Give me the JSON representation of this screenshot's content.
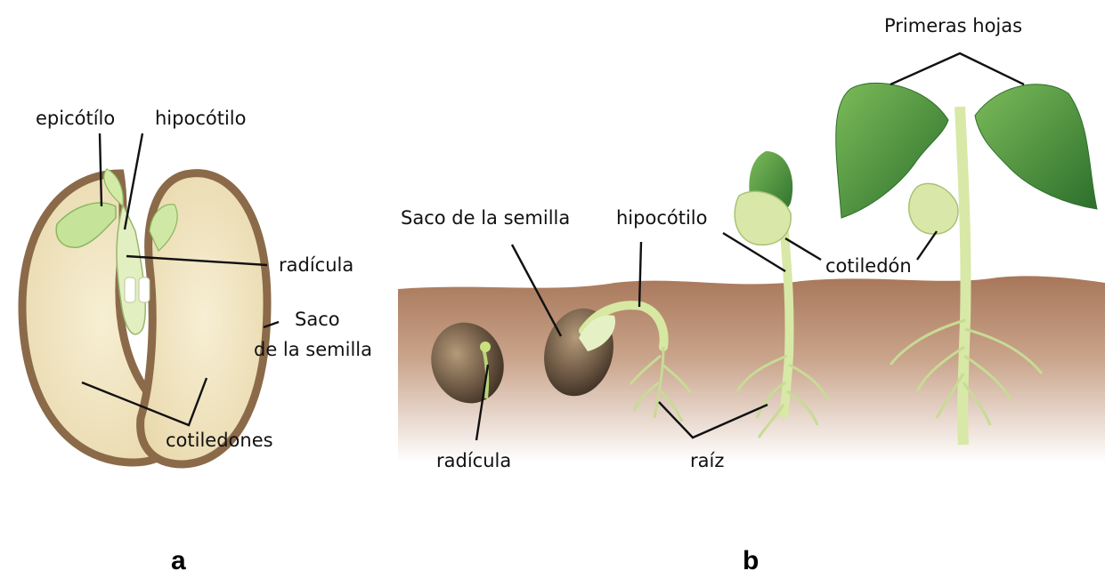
{
  "colors": {
    "soil": "#b07d5c",
    "soil_light": "#e4cbb7",
    "seed_coat": "#8b6a49",
    "cotyledon": "#f2e7c6",
    "leaf_dark": "#2f7a31",
    "leaf_light": "#7fbe5e",
    "stem": "#d8e8a6",
    "root": "#c8dc98"
  },
  "panel_a": {
    "letter": "a",
    "labels": {
      "epicotilo": "epicótílo",
      "hipocotilo": "hipocótilo",
      "radicula": "radícula",
      "saco_line1": "Saco",
      "saco_line2": "de la semilla",
      "cotiledones": "cotiledones"
    }
  },
  "panel_b": {
    "letter": "b",
    "labels": {
      "primeras_hojas": "Primeras hojas",
      "saco": "Saco de la semilla",
      "hipocotilo": "hipocótilo",
      "cotiledon": "cotiledón",
      "radicula": "radícula",
      "raiz": "raíz"
    }
  }
}
